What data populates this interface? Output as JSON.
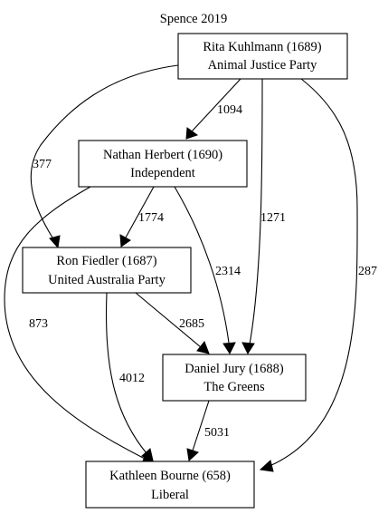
{
  "title": "Spence 2019",
  "nodes": {
    "rita": {
      "name_line": "Rita Kuhlmann (1689)",
      "party_line": "Animal Justice Party"
    },
    "nathan": {
      "name_line": "Nathan Herbert (1690)",
      "party_line": "Independent"
    },
    "ron": {
      "name_line": "Ron Fiedler (1687)",
      "party_line": "United Australia Party"
    },
    "daniel": {
      "name_line": "Daniel Jury (1688)",
      "party_line": "The Greens"
    },
    "kathleen": {
      "name_line": "Kathleen Bourne (658)",
      "party_line": "Liberal"
    }
  },
  "edges": [
    {
      "from": "Rita Kuhlmann",
      "to": "Nathan Herbert",
      "label": "1094"
    },
    {
      "from": "Rita Kuhlmann",
      "to": "Ron Fiedler",
      "label": "377"
    },
    {
      "from": "Rita Kuhlmann",
      "to": "Daniel Jury",
      "label": "1271"
    },
    {
      "from": "Rita Kuhlmann",
      "to": "Kathleen Bourne",
      "label": "287"
    },
    {
      "from": "Nathan Herbert",
      "to": "Ron Fiedler",
      "label": "1774"
    },
    {
      "from": "Nathan Herbert",
      "to": "Daniel Jury",
      "label": "2314"
    },
    {
      "from": "Nathan Herbert",
      "to": "Kathleen Bourne",
      "label": "873"
    },
    {
      "from": "Ron Fiedler",
      "to": "Daniel Jury",
      "label": "2685"
    },
    {
      "from": "Ron Fiedler",
      "to": "Kathleen Bourne",
      "label": "4012"
    },
    {
      "from": "Daniel Jury",
      "to": "Kathleen Bourne",
      "label": "5031"
    }
  ]
}
